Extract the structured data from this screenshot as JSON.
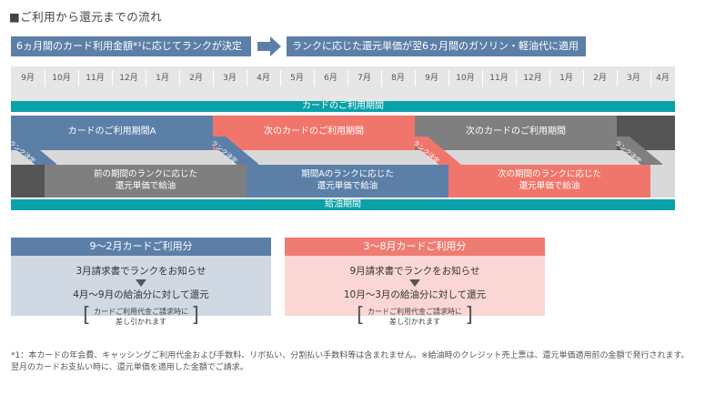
{
  "header": {
    "title": "■ご利用から還元までの流れ"
  },
  "steps": {
    "step1": "6ヵ月間のカード利用金額*¹に応じてランクが決定",
    "step2": "ランクに応じた還元単価が翌6ヵ月間のガソリン・軽油代に適用"
  },
  "months": [
    "9月",
    "10月",
    "11月",
    "12月",
    "1月",
    "2月",
    "3月",
    "4月",
    "5月",
    "6月",
    "7月",
    "8月",
    "9月",
    "10月",
    "11月",
    "12月",
    "1月",
    "2月",
    "3月",
    "4月"
  ],
  "bars": {
    "card_period": "カードのご利用期間",
    "refuel_period": "給油期間"
  },
  "periods": {
    "a": "カードのご利用期間A",
    "next": "次のカードのご利用期間",
    "next2": "次のカードのご利用期間"
  },
  "diagonal_label": "ランク決定",
  "refuel": {
    "prev_line1": "前の期間のランクに応じた",
    "prev_line2": "還元単価で給油",
    "a_line1": "期間Aのランクに応じた",
    "a_line2": "還元単価で給油",
    "next_line1": "次の期間のランクに応じた",
    "next_line2": "還元単価で給油"
  },
  "cards": [
    {
      "header": "9～2月カードご利用分",
      "line1": "3月請求書でランクをお知らせ",
      "line2": "4月～9月の給油分に対して還元",
      "note1": "カードご利用代金ご請求時に",
      "note2": "差し引かれます"
    },
    {
      "header": "3～8月カードご利用分",
      "line1": "9月請求書でランクをお知らせ",
      "line2": "10月～3月の給油分に対して還元",
      "note1": "カードご利用代金ご請求時に",
      "note2": "差し引かれます"
    }
  ],
  "footnote": "*1：本カードの年会費、キャッシングご利用代金および手数料、リボ払い、分割払い手数料等は含まれません。※給油時のクレジット売上票は、還元単価適用前の金額で発行されます。翌月のカードお支払い時に、還元単価を適用した金額でご請求。",
  "colors": {
    "blue": "#5c7fa8",
    "red": "#f0766c",
    "gray": "#7f7f7f",
    "teal": "#0aa1a8"
  }
}
